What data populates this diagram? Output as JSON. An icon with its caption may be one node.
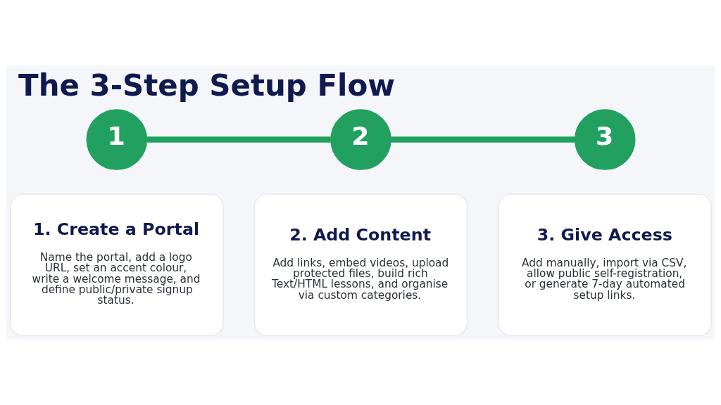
{
  "diagram": {
    "title": "The 3-Step Setup Flow",
    "nodes": [
      {
        "text": [
          "1"
        ]
      },
      {
        "text": [
          "2"
        ]
      },
      {
        "text": [
          "3"
        ]
      },
      {
        "text": [
          "1. Create a Portal",
          "Name the portal, add a logo URL, set an accent colour, write a welcome message, and define public/private signup status."
        ]
      },
      {
        "text": [
          "2. Add Content",
          "Add links, embed videos, upload protected files, build rich Text/HTML lessons, and organise via custom categories."
        ]
      },
      {
        "text": [
          "3. Give Access",
          "Add manually, import via CSV, allow public self-registration, or generate 7-day automated setup links."
        ]
      }
    ],
    "edges": [
      {
        "from": 0,
        "to": 1,
        "arrow": "none"
      },
      {
        "from": 1,
        "to": 2,
        "arrow": "none"
      }
    ]
  }
}
